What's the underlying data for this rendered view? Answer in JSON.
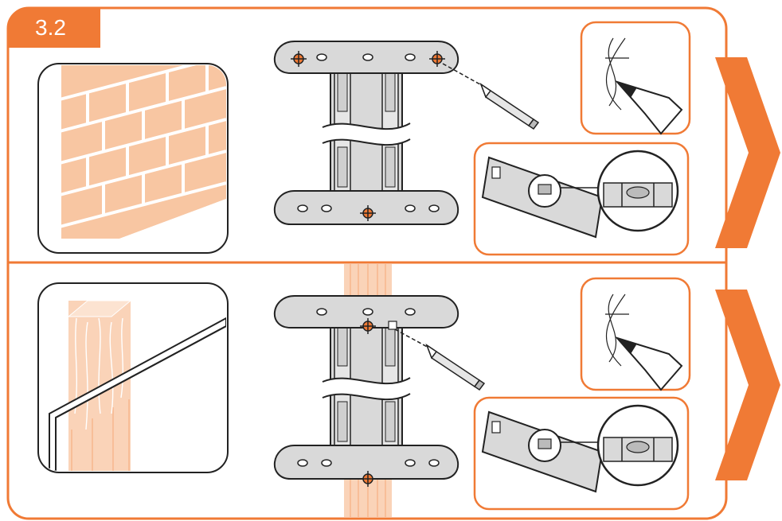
{
  "step": {
    "number": "3.2"
  },
  "colors": {
    "accent": "#F07A35",
    "brick": "#F8C6A2",
    "wood": "#FAD3B8",
    "metal": "#D9D9D9",
    "outline": "#222222"
  },
  "panels": [
    {
      "wall_type": "brick-wall",
      "bracket_marked_holes": "outer-top-corners-and-bottom-center",
      "inset_icons": [
        "pencil-mark-icon",
        "spirit-level-icon"
      ]
    },
    {
      "wall_type": "timber-stud-wall",
      "bracket_marked_holes": "top-center-and-bottom-center",
      "inset_icons": [
        "pencil-mark-icon",
        "spirit-level-icon"
      ]
    }
  ],
  "arrows": [
    "next-arrow-icon",
    "next-arrow-icon"
  ]
}
